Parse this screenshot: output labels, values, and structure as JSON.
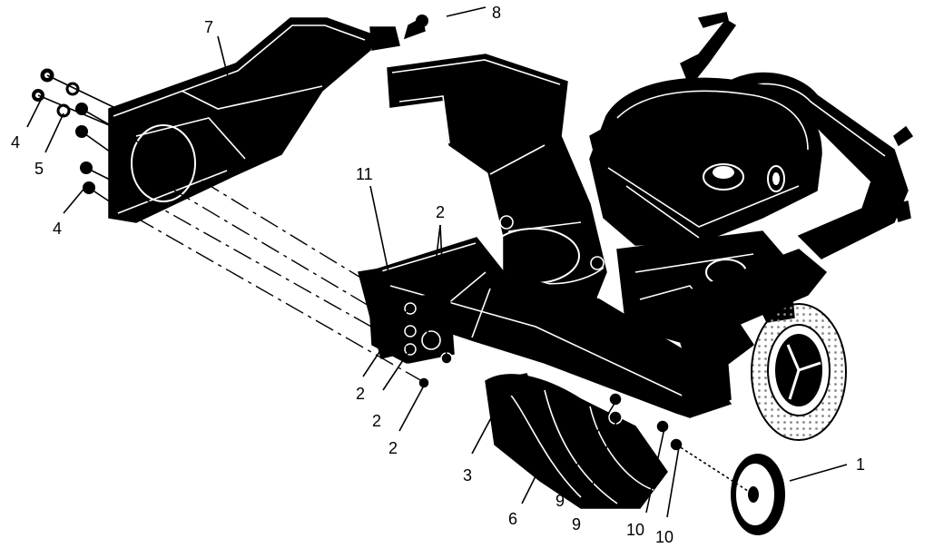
{
  "diagram": {
    "colors": {
      "ink": "#000000",
      "paper": "#ffffff",
      "dots": "#8a8a8a"
    },
    "callouts": [
      {
        "id": "c1",
        "label": "1"
      },
      {
        "id": "c2a",
        "label": "2"
      },
      {
        "id": "c2b",
        "label": "2"
      },
      {
        "id": "c2c",
        "label": "2"
      },
      {
        "id": "c2d",
        "label": "2"
      },
      {
        "id": "c3",
        "label": "3"
      },
      {
        "id": "c4a",
        "label": "4"
      },
      {
        "id": "c4b",
        "label": "4"
      },
      {
        "id": "c5",
        "label": "5"
      },
      {
        "id": "c6",
        "label": "6"
      },
      {
        "id": "c7",
        "label": "7"
      },
      {
        "id": "c8",
        "label": "8"
      },
      {
        "id": "c9a",
        "label": "9"
      },
      {
        "id": "c9b",
        "label": "9"
      },
      {
        "id": "c10a",
        "label": "10"
      },
      {
        "id": "c10b",
        "label": "10"
      },
      {
        "id": "c11",
        "label": "11"
      }
    ]
  }
}
